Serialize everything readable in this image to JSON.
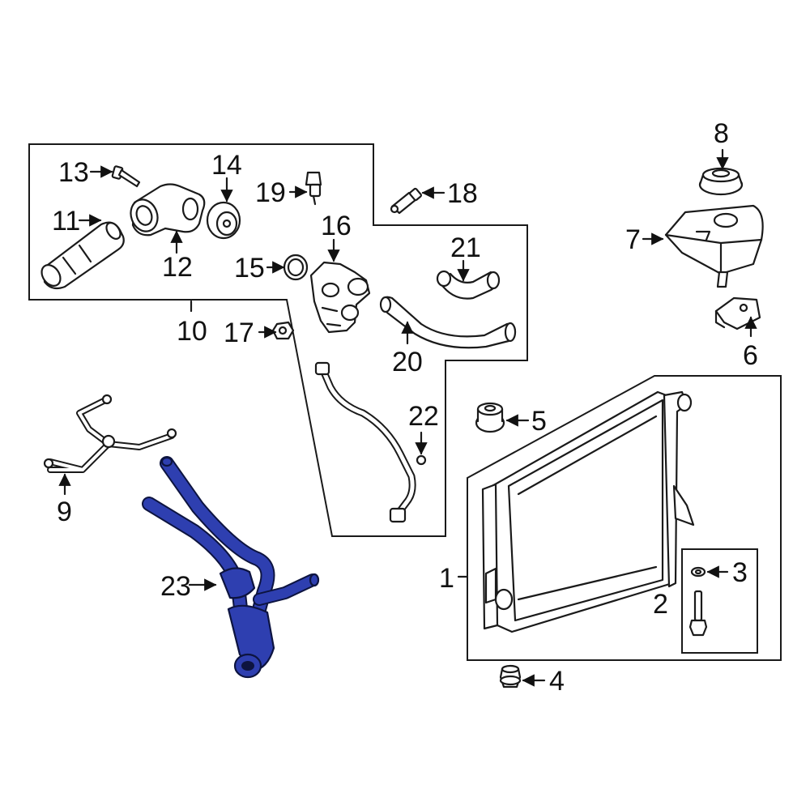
{
  "callouts": {
    "n1": "1",
    "n2": "2",
    "n3": "3",
    "n4": "4",
    "n5": "5",
    "n6": "6",
    "n7": "7",
    "n8": "8",
    "n9": "9",
    "n10": "10",
    "n11": "11",
    "n12": "12",
    "n13": "13",
    "n14": "14",
    "n15": "15",
    "n16": "16",
    "n17": "17",
    "n18": "18",
    "n19": "19",
    "n20": "20",
    "n21": "21",
    "n22": "22",
    "n23": "23"
  },
  "colors": {
    "highlight": "#2e3fb0",
    "highlight_edge": "#0d1440",
    "line": "#1a1a1a",
    "background": "#ffffff"
  }
}
